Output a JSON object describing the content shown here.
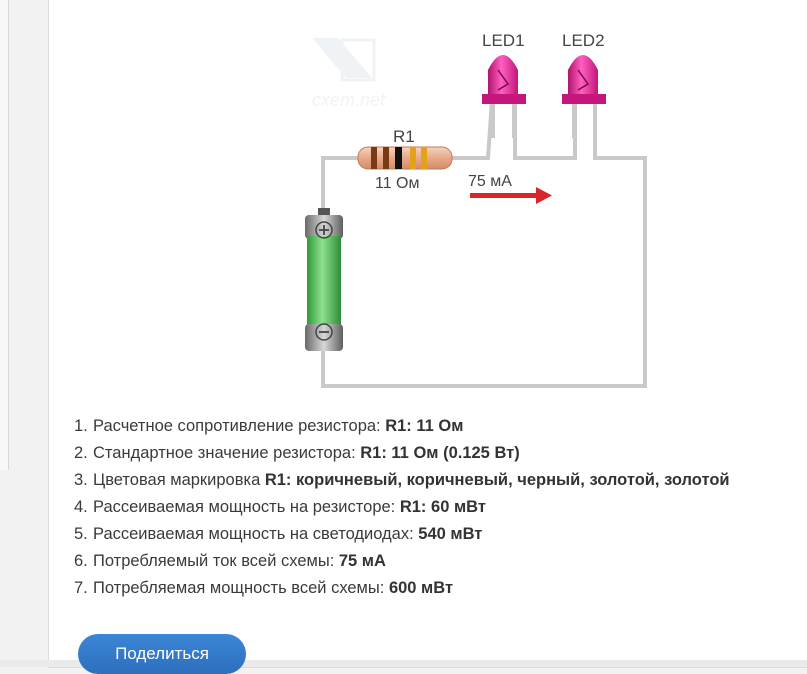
{
  "watermark": {
    "site": "cxem.net"
  },
  "circuit": {
    "led1_label": "LED1",
    "led2_label": "LED2",
    "resistor_label": "R1",
    "resistor_value": "11 Ом",
    "current_label": "75 мА",
    "led_color": "#e0238c",
    "wire_color": "#c9c9c9",
    "battery_color": "#4cc34c",
    "arrow_color": "#d8262a"
  },
  "results": [
    {
      "num": "1.",
      "text": "Расчетное сопротивление резистора: ",
      "value": "R1: 11 Ом"
    },
    {
      "num": "2.",
      "text": "Стандартное значение резистора: ",
      "value": "R1: 11 Ом (0.125 Вт)"
    },
    {
      "num": "3.",
      "text": "Цветовая маркировка ",
      "value": "R1: коричневый, коричневый, черный, золотой, золотой"
    },
    {
      "num": "4.",
      "text": "Рассеиваемая мощность на резисторе: ",
      "value": "R1: 60 мВт"
    },
    {
      "num": "5.",
      "text": "Рассеиваемая мощность на светодиодах: ",
      "value": "540 мВт"
    },
    {
      "num": "6.",
      "text": "Потребляемый ток всей схемы: ",
      "value": "75 мА"
    },
    {
      "num": "7.",
      "text": "Потребляемая мощность всей схемы: ",
      "value": "600 мВт"
    }
  ],
  "share_button": {
    "label": "Поделиться",
    "color": "#2f74c4"
  }
}
